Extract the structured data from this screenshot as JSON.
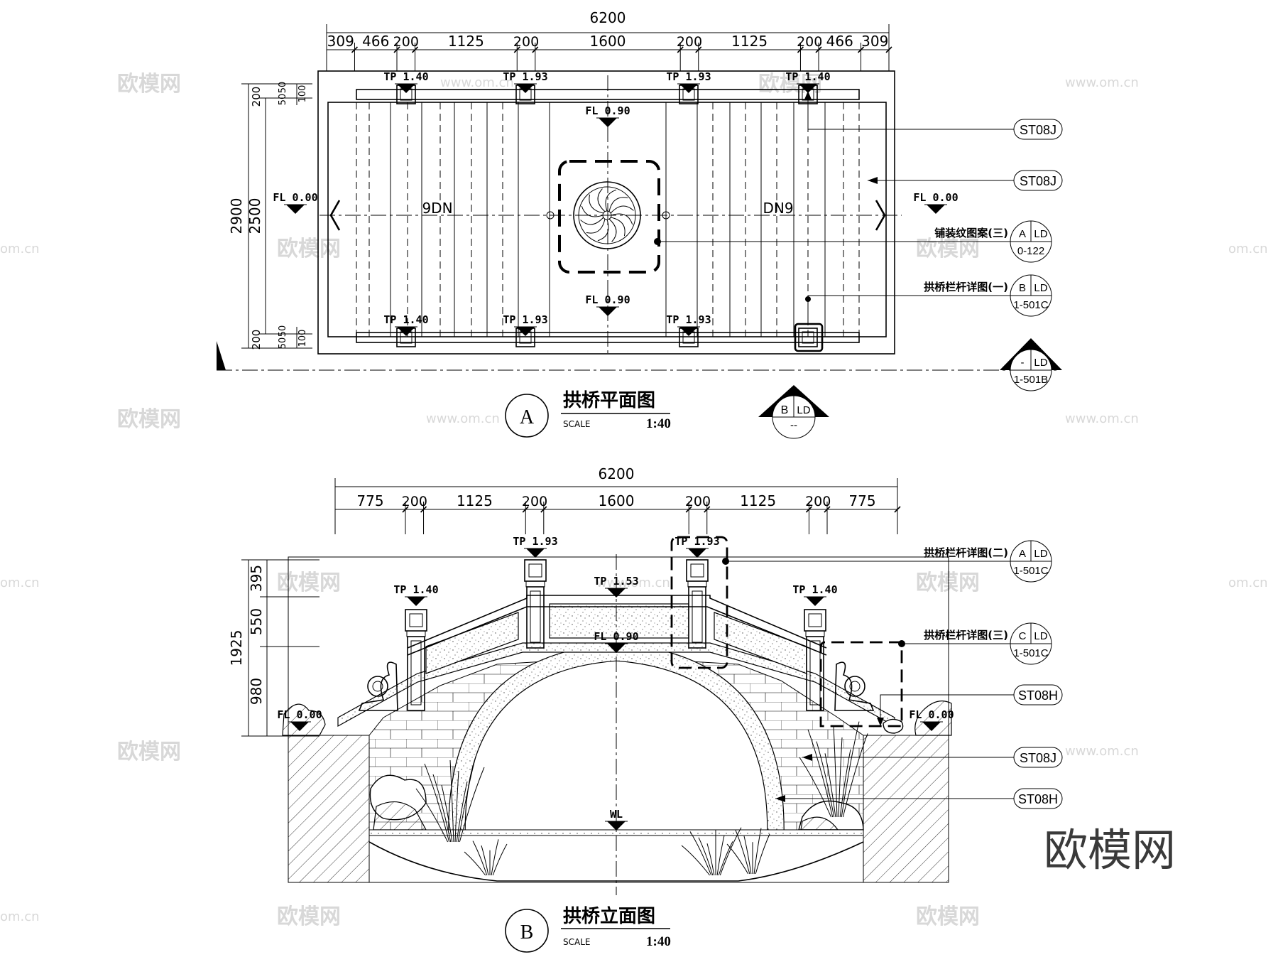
{
  "watermark": {
    "brand": "欧模网",
    "url": "www.om.cn",
    "url_short": "om.cn"
  },
  "plan": {
    "title": "拱桥平面图",
    "badge": "A",
    "scale_label": "SCALE",
    "scale_value": "1:40",
    "dims_top_total": "6200",
    "dims_top": [
      "309",
      "466",
      "200",
      "1125",
      "200",
      "1600",
      "200",
      "1125",
      "200",
      "466",
      "309"
    ],
    "dims_left_total": "2900",
    "dims_left_inner": "2500",
    "dims_left_small": [
      "200",
      "50",
      "50",
      "100",
      "200",
      "50",
      "50",
      "100"
    ],
    "levels": {
      "tp_a": "TP 1.40",
      "tp_b": "TP 1.93",
      "tp_c": "TP 1.93",
      "tp_d": "TP 1.40",
      "tp_e": "TP 1.40",
      "tp_f": "TP 1.93",
      "tp_g": "TP 1.93",
      "fl_top": "FL 0.90",
      "fl_bottom": "FL 0.90",
      "fl_left": "FL 0.00",
      "fl_right": "FL 0.00"
    },
    "arrows": {
      "left": "9DN",
      "right": "DN9"
    },
    "tags": [
      "ST08J",
      "ST08J"
    ],
    "callouts": [
      {
        "text": "铺装纹图案(三)",
        "top": "A",
        "side": "LD",
        "bottom": "0-122"
      },
      {
        "text": "拱桥栏杆详图(一)",
        "top": "B",
        "side": "LD",
        "bottom": "1-501C"
      }
    ],
    "section_mark": {
      "top": "-",
      "side": "LD",
      "bottom": "1-501B"
    },
    "elev_mark": {
      "top": "B",
      "side": "LD",
      "bottom": "--"
    }
  },
  "elevation": {
    "title": "拱桥立面图",
    "badge": "B",
    "scale_label": "SCALE",
    "scale_value": "1:40",
    "dims_top_total": "6200",
    "dims_top": [
      "775",
      "200",
      "1125",
      "200",
      "1600",
      "200",
      "1125",
      "200",
      "775"
    ],
    "dims_left_total": "1925",
    "dims_left": [
      "395",
      "550",
      "980"
    ],
    "levels": {
      "tp_l": "TP 1.40",
      "tp_ml": "TP 1.93",
      "tp_mid": "TP 1.53",
      "tp_mr": "TP 1.93",
      "tp_r": "TP 1.40",
      "fl_mid": "FL 0.90",
      "fl_l": "FL 0.00",
      "fl_r": "FL 0.00",
      "wl": "WL"
    },
    "callouts": [
      {
        "text": "拱桥栏杆详图(二)",
        "top": "A",
        "side": "LD",
        "bottom": "1-501C"
      },
      {
        "text": "拱桥栏杆详图(三)",
        "top": "C",
        "side": "LD",
        "bottom": "1-501C"
      }
    ],
    "tags": [
      "ST08H",
      "ST08J",
      "ST08H"
    ]
  }
}
